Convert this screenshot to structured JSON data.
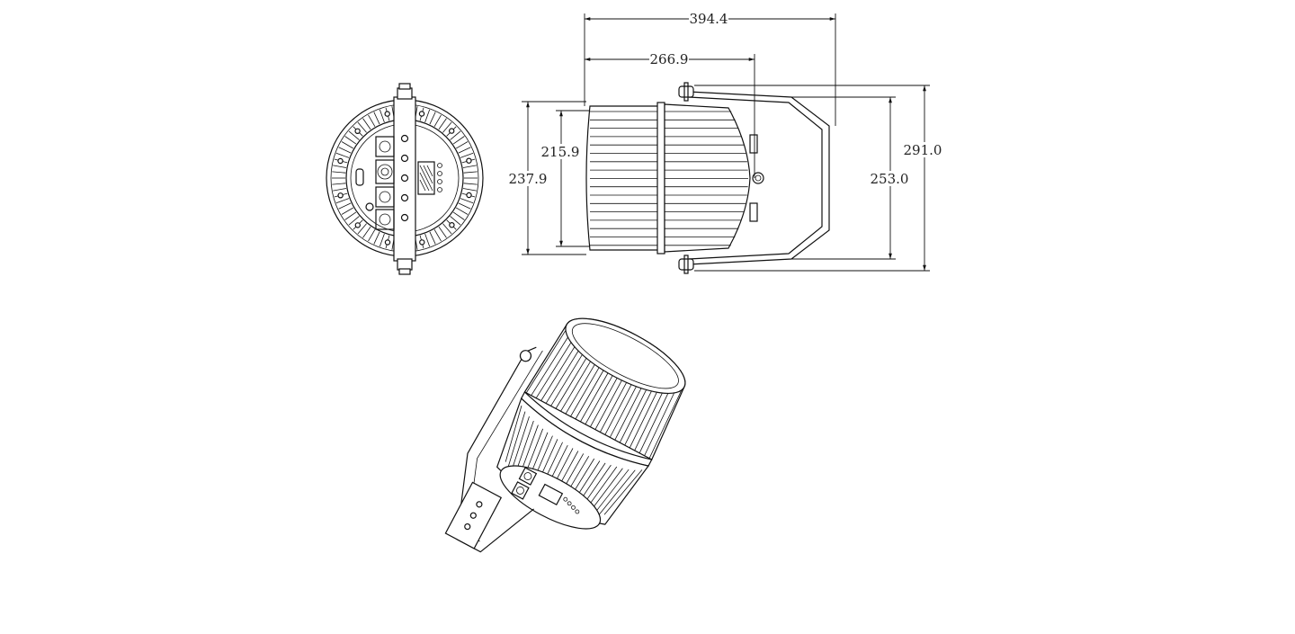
{
  "drawing": {
    "dimensions": {
      "overall_length": "394.4",
      "body_length": "266.9",
      "inner_diameter": "215.9",
      "outer_diameter": "237.9",
      "bracket_height": "253.0",
      "overall_height": "291.0"
    },
    "colors": {
      "line": "#111111",
      "background": "#ffffff"
    }
  }
}
